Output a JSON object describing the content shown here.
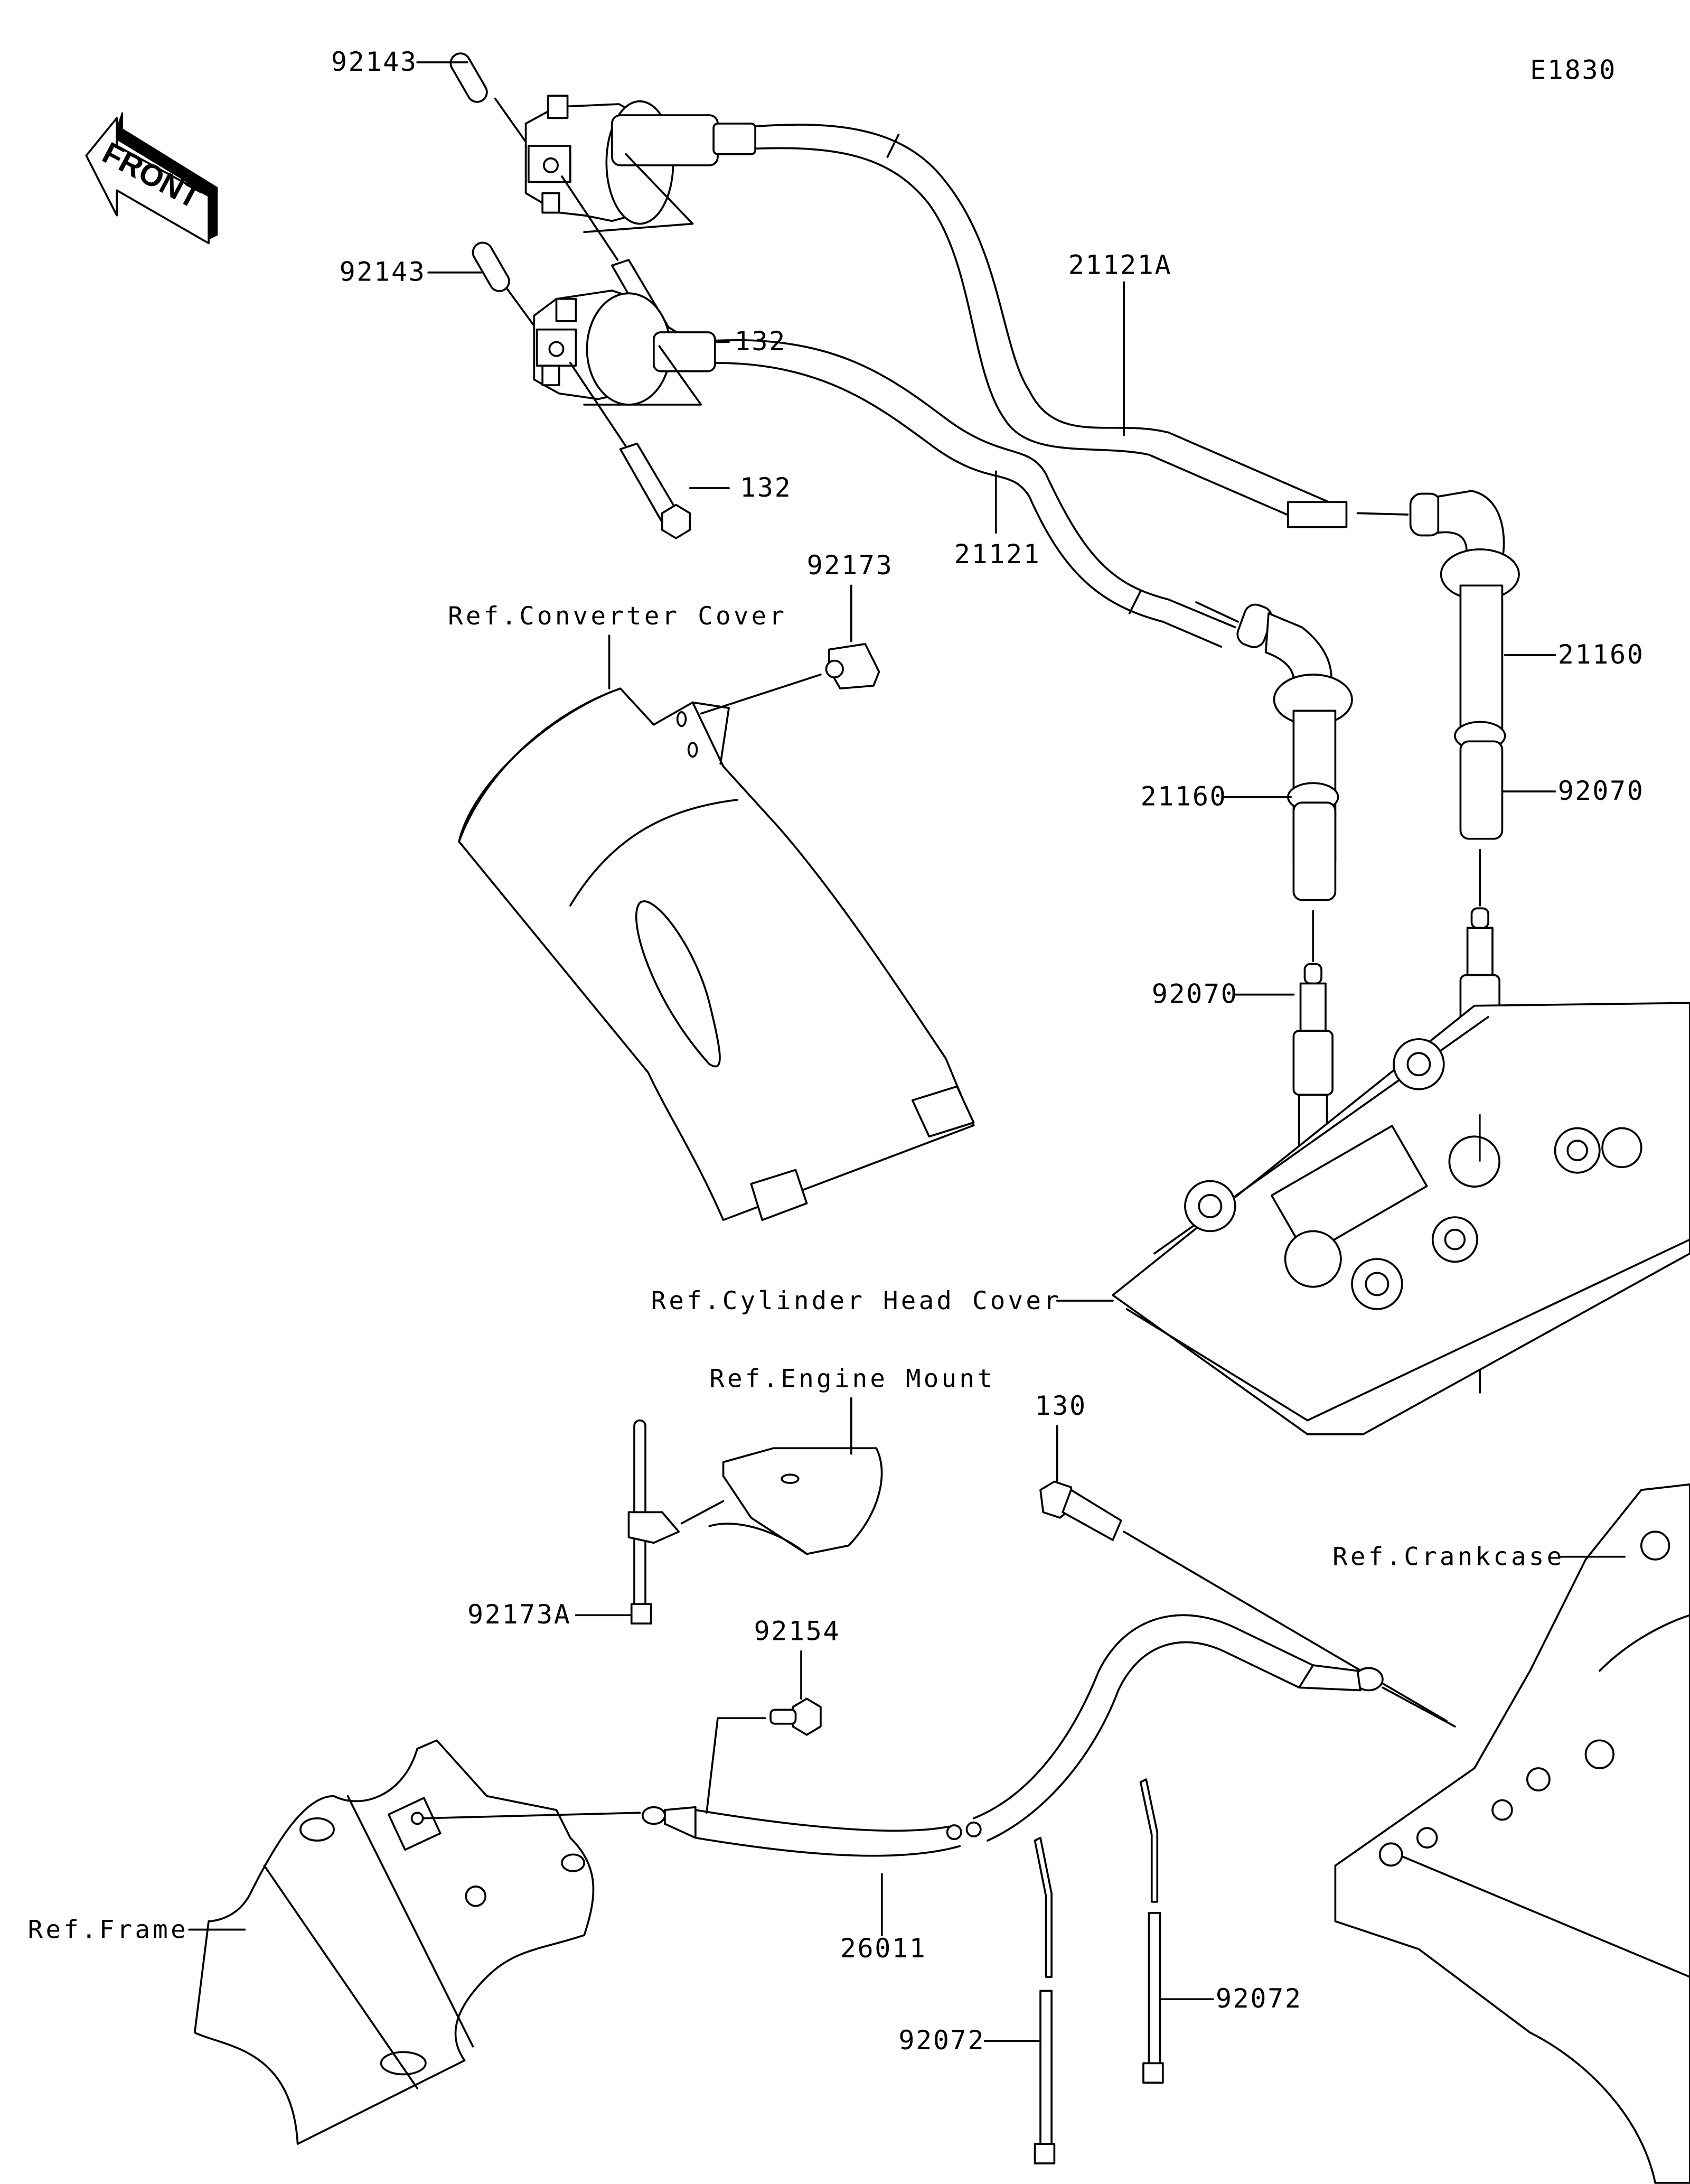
{
  "diagram": {
    "title_code": "E1830",
    "front_indicator": "FRONT",
    "accent_color": "#000000",
    "background_color": "#ffffff"
  },
  "callouts": {
    "bushing_upper": "92143",
    "bushing_lower": "92143",
    "bolt_upper": "132",
    "bolt_lower": "132",
    "cable_a": "21121A",
    "cable": "21121",
    "cap_right": "21160",
    "cap_left": "21160",
    "plug_right": "92070",
    "plug_left": "92070",
    "clamp": "92173",
    "clamp_a": "92173A",
    "bolt_ground": "92154",
    "bolt_crankcase": "130",
    "ground_lead": "26011",
    "band_left": "92072",
    "band_right": "92072"
  },
  "references": {
    "converter_cover": "Ref.Converter Cover",
    "cylinder_head_cover": "Ref.Cylinder Head Cover",
    "engine_mount": "Ref.Engine Mount",
    "crankcase": "Ref.Crankcase",
    "frame": "Ref.Frame"
  }
}
